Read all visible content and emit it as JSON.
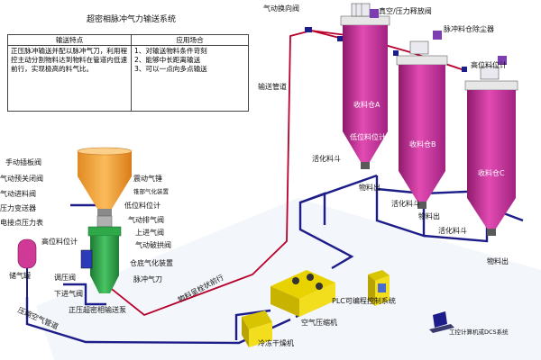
{
  "title": "超密相脉冲气力输送系统",
  "table": {
    "headers": [
      "输送特点",
      "应用场合"
    ],
    "features": "正压脉冲输送并配以脉冲气刀，利用程控主动分割物料达到物料在管道内低速前行，实现极高的料气比。",
    "applications": [
      "1、对输送物料条件苛刻",
      "2、能够中长距离输送",
      "3、可以一点向多点输送"
    ]
  },
  "labels": {
    "pneumatic_switch_valve": "气动换向阀",
    "vacuum_release_valve": "真空/压力释放阀",
    "pulse_dust_collector": "脉冲料仓除尘器",
    "conveying_pipe": "输送管道",
    "high_level_meter": "高位料位计",
    "silo_a": "收料仓A",
    "silo_b": "收料仓B",
    "silo_c": "收料仓C",
    "low_level_meter": "低位料位计",
    "activation_hopper_1": "活化料斗",
    "activation_hopper_2": "活化料斗",
    "activation_hopper_3": "活化料斗",
    "material_out_1": "物料出",
    "material_out_2": "物料出",
    "material_out_3": "物料出",
    "manual_gate_valve": "手动插板阀",
    "pre_close_valve": "气动预关闭阀",
    "feed_valve": "气动进料阀",
    "pressure_transmitter": "压力变送器",
    "contact_pressure_gauge": "电接点压力表",
    "vibration_hammer": "震动气锤",
    "cone_aeration": "锥部气化装置",
    "low_level_meter_left": "低位料位计",
    "exhaust_valve": "气动排气阀",
    "upper_air_inlet": "上进气阀",
    "pneumatic_arch_breaker": "气动破拱阀",
    "high_level_meter_left": "高位料位计",
    "air_tank": "储气罐",
    "pressure_regulator": "调压阀",
    "bottom_aeration": "仓底气化装置",
    "pulse_air_knife": "脉冲气刀",
    "lower_air_inlet": "下进气阀",
    "pump_name": "正压超密相输送泵",
    "flow_direction": "物料呈栓状前行",
    "compressed_air_pipe": "压缩空气管道",
    "air_compressor": "空气压缩机",
    "plc_system": "PLC可编程控制系统",
    "dryer": "冷冻干燥机",
    "dcs_system": "工控计算机或DCS系统"
  },
  "colors": {
    "silo_magenta": "#d63aa6",
    "silo_shade": "#9c1e78",
    "pipe_red": "#b8002a",
    "air_pipe_blue": "#1d1d8a",
    "hopper_orange": "#f5a33c",
    "pump_green": "#2fa84a",
    "equipment_yellow": "#f3de1e",
    "collector_purple": "#7d3fb0"
  }
}
